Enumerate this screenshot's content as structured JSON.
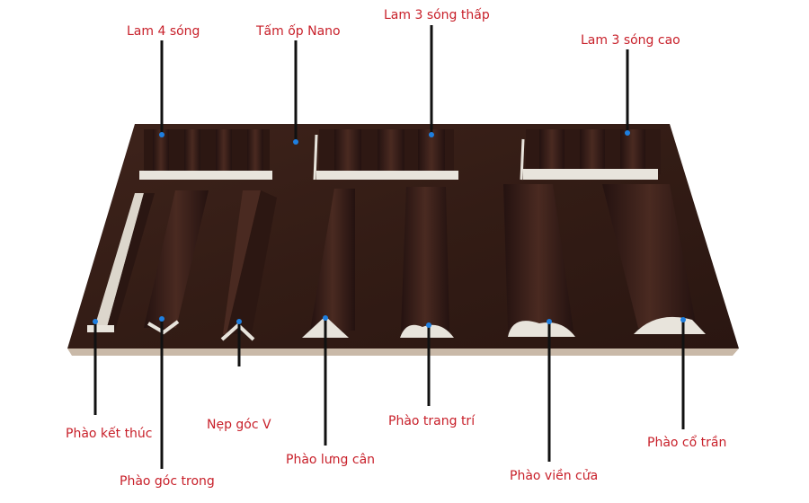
{
  "labels": {
    "lam4": "Lam 4 sóng",
    "nano": "Tấm ốp Nano",
    "lam3thap": "Lam 3 sóng thấp",
    "lam3cao": "Lam 3 sóng cao",
    "ketthuc": "Phào kết thúc",
    "goctrong": "Phào góc trong",
    "nepgocv": "Nẹp góc V",
    "lungcan": "Phào lưng cân",
    "trangtri": "Phào trang trí",
    "viencua": "Phào viền cửa",
    "cotran": "Phào cổ trần"
  },
  "colors": {
    "label": "#c8202a",
    "board": "#3a2019",
    "board_edge": "#c9b9a8",
    "profile_end": "#e9e6df",
    "leader": "#111111",
    "marker_dot": "#1e7fe0"
  }
}
